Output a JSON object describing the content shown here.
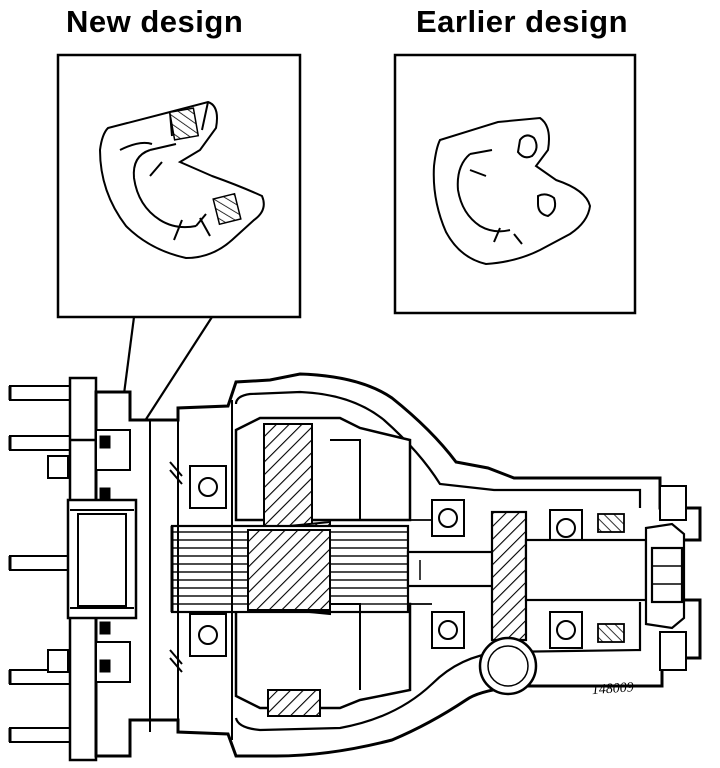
{
  "headings": {
    "new_design": "New design",
    "earlier_design": "Earlier design"
  },
  "figure_number": "148009",
  "colors": {
    "ink": "#000000",
    "paper": "#ffffff"
  }
}
